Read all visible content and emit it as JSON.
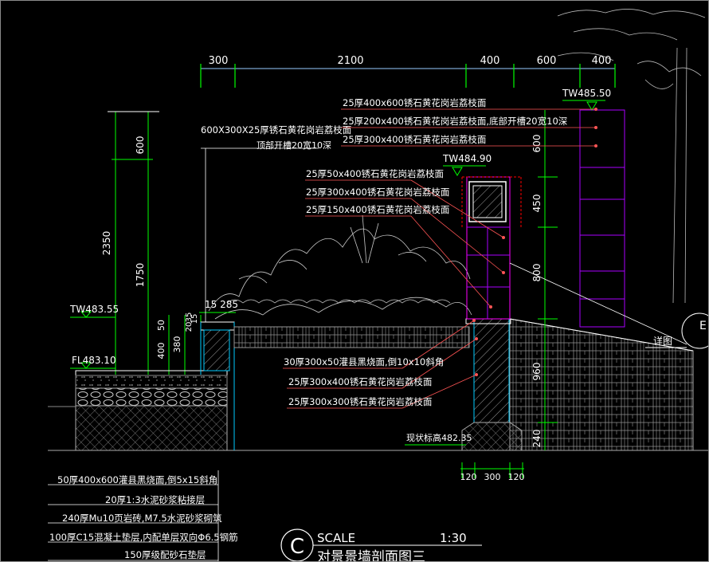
{
  "top_dims": [
    "300",
    "2100",
    "400",
    "600",
    "400"
  ],
  "left_dims": {
    "d2350": "2350",
    "d600": "600",
    "d1750": "1750",
    "d50": "50",
    "d400": "400",
    "d380": "380",
    "d20": "20",
    "d35": "35",
    "d15": "15"
  },
  "levels": {
    "tw1": "TW483.55",
    "fl": "FL483.10",
    "tw2": "TW484.90",
    "tw3": "TW485.50",
    "ground": "现状标高482.35"
  },
  "dim15_285": "15 285",
  "right_dims": {
    "d600": "600",
    "d450": "450",
    "d800": "800",
    "d960": "960",
    "d240": "240"
  },
  "bottom_dims": [
    "120",
    "300",
    "120"
  ],
  "notes_top": [
    "25厚400x600锈石黄花岗岩荔枝面",
    "25厚200x400锈石黄花岗岩荔枝面,底部开槽20宽10深",
    "25厚300x400锈石黄花岗岩荔枝面"
  ],
  "note_cap": [
    "600X300X25厚锈石黄花岗岩荔枝面",
    "顶部开槽20宽10深"
  ],
  "notes_mid": [
    "25厚50x400锈石黄花岗岩荔枝面",
    "25厚300x400锈石黄花岗岩荔枝面",
    "25厚150x400锈石黄花岗岩荔枝面"
  ],
  "notes_low": [
    "30厚300x50灌县黑烧面,倒10x10斜角",
    "25厚300x400锈石黄花岗岩荔枝面",
    "25厚300x300锈石黄花岗岩荔枝面"
  ],
  "layers": [
    "50厚400x600灌县黑烧面,倒5x15斜角",
    "20厚1:3水泥砂浆粘接层",
    "240厚Mu10页岩砖,M7.5水泥砂浆砌筑",
    "100厚C15混凝土垫层,内配单层双向Φ6.5钢筋",
    "150厚级配砂石垫层"
  ],
  "detail": "详图",
  "bubble_right": "E",
  "title": {
    "letter": "C",
    "scale_label": "SCALE",
    "scale_value": "1:30",
    "name": "对景景墙剖面图三"
  }
}
